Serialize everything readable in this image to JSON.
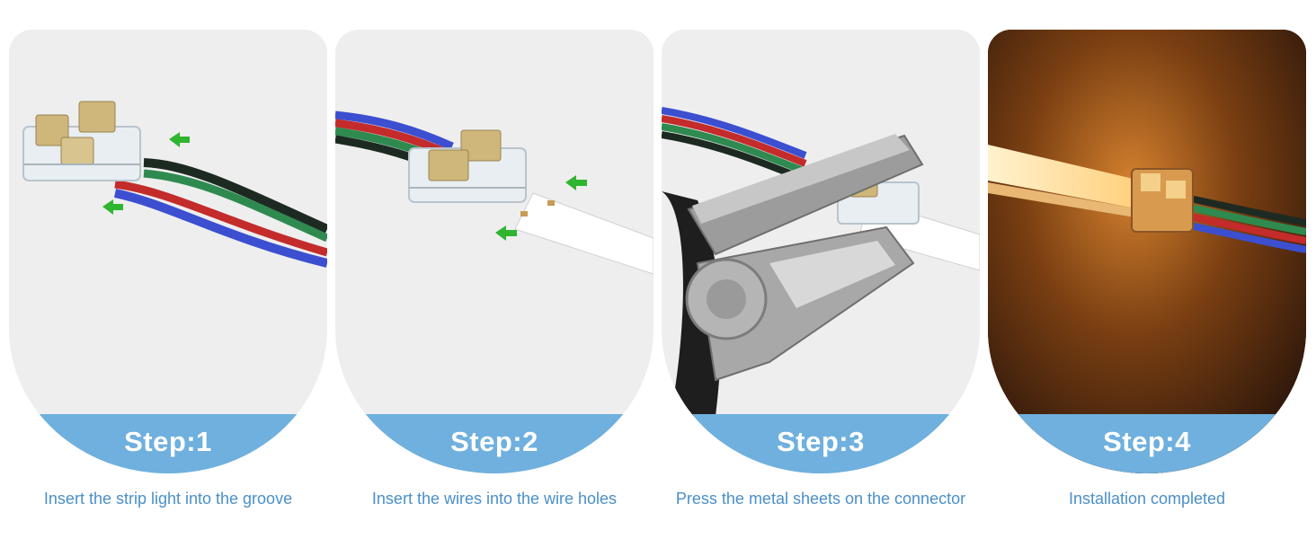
{
  "steps": [
    {
      "title": "Step:1",
      "caption": "Insert the strip light into the groove"
    },
    {
      "title": "Step:2",
      "caption": "Insert the wires into the wire holes"
    },
    {
      "title": "Step:3",
      "caption": "Press the metal sheets on the connector"
    },
    {
      "title": "Step:4",
      "caption": "Installation completed"
    }
  ],
  "colors": {
    "panel_bg": "#eeeeee",
    "band": "#6fb0de",
    "caption": "#4a8fc9",
    "arrow": "#2fb52f",
    "glow": "#ffb24a",
    "dark_bg": "#2a1608"
  },
  "icons": [
    "arrow-left-icon",
    "connector-icon",
    "wire-bundle-icon",
    "led-strip-icon",
    "pliers-icon"
  ]
}
